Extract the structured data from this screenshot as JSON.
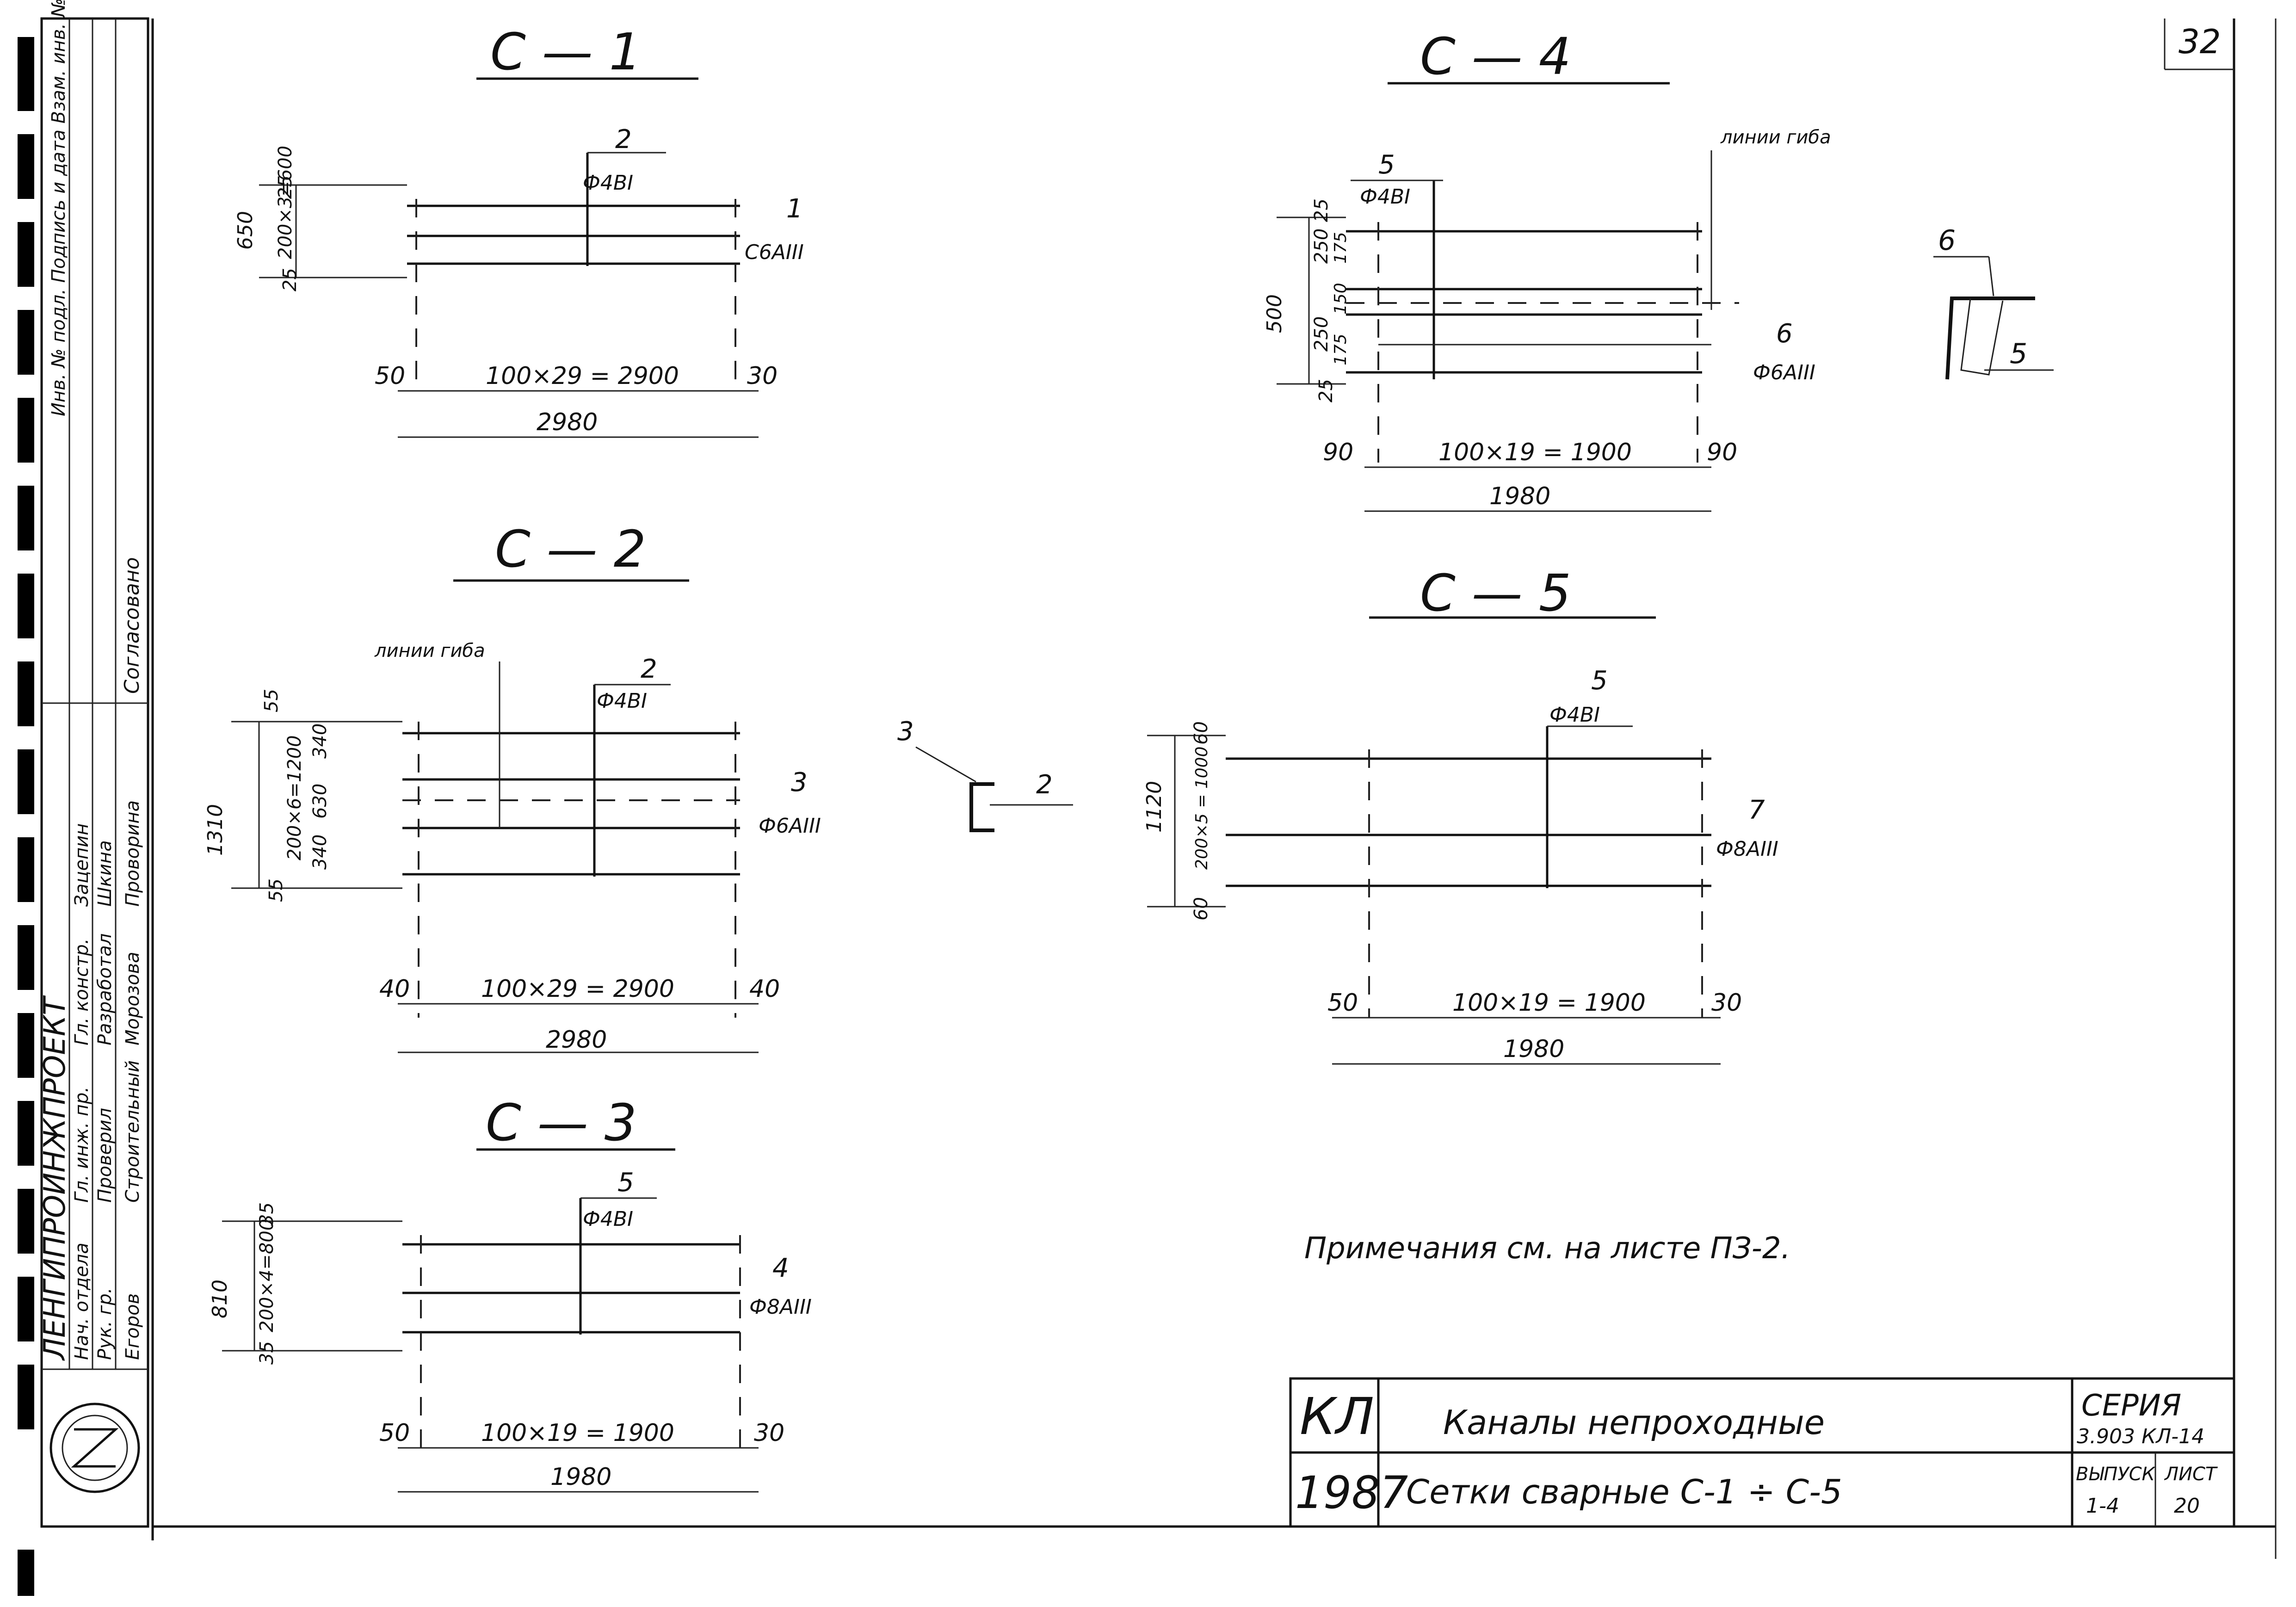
{
  "page_number": "32",
  "meshes": {
    "c1": {
      "title": "С — 1",
      "pos_top_num": "2",
      "pos_top_label": "Ф4ВI",
      "pos_right_num": "1",
      "pos_right_label": "С6АIII",
      "dim_height": "650",
      "dim_top": "25",
      "dim_mid": "200×3=600",
      "dim_bottom": "25",
      "dim_left": "50",
      "dim_spacing": "100×29 = 2900",
      "dim_right": "30",
      "dim_total": "2980"
    },
    "c2": {
      "title": "С — 2",
      "cut_note": "линии гиба",
      "pos_top_num": "2",
      "pos_top_label": "Ф4ВI",
      "pos_right_num": "3",
      "pos_right_label": "Ф6АIII",
      "dim_height": "1310",
      "dim_top": "55",
      "dim_mid": "200×6=1200",
      "dim_bottom": "55",
      "dim_sub_a": "340",
      "dim_sub_b": "630",
      "dim_sub_c": "340",
      "dim_left": "40",
      "dim_spacing": "100×29 = 2900",
      "dim_right": "40",
      "dim_total": "2980"
    },
    "c3": {
      "title": "С — 3",
      "pos_top_num": "5",
      "pos_top_label": "Ф4ВI",
      "pos_right_num": "4",
      "pos_right_label": "Ф8АIII",
      "dim_height": "810",
      "dim_top": "35",
      "dim_mid": "200×4=800",
      "dim_bottom": "35",
      "dim_left": "50",
      "dim_spacing": "100×19 = 1900",
      "dim_right": "30",
      "dim_total": "1980"
    },
    "c4": {
      "title": "С — 4",
      "cut_note": "линии гиба",
      "pos_top_num": "5",
      "pos_top_label": "Ф4ВI",
      "pos_right_num": "6",
      "pos_right_label": "Ф6АIII",
      "dim_height": "500",
      "dim_top": "25",
      "dim_a": "250",
      "dim_b": "250",
      "dim_bottom": "25",
      "dim_c": "175",
      "dim_d": "150",
      "dim_e": "175",
      "dim_left": "90",
      "dim_spacing": "100×19 = 1900",
      "dim_right": "90",
      "dim_total": "1980",
      "section_num_a": "6",
      "section_num_b": "5"
    },
    "c5": {
      "title": "С — 5",
      "pos_top_num": "5",
      "pos_top_label": "Ф4ВI",
      "pos_right_num": "7",
      "pos_right_label": "Ф8АIII",
      "dim_height": "1120",
      "dim_top": "60",
      "dim_mid": "200×5 = 1000",
      "dim_bottom": "60",
      "dim_left": "50",
      "dim_spacing": "100×19 = 1900",
      "dim_right": "30",
      "dim_total": "1980"
    }
  },
  "detail_c2": {
    "num_a": "3",
    "num_b": "2"
  },
  "note": "Примечания   см.   на  листе ПЗ-2.",
  "title_block": {
    "code": "КЛ",
    "year": "1987",
    "title": "Каналы   непроходные",
    "subtitle": "Сетки сварные  С-1 ÷ С-5",
    "series_label": "СЕРИЯ",
    "series_value": "3.903 КЛ-14",
    "issue_label": "ВЫПУСК",
    "issue_value": "1-4",
    "sheet_label": "ЛИСТ",
    "sheet_value": "20"
  },
  "side_stamp": {
    "org": "ЛЕНГИПРОИНЖПРОЕКТ",
    "rows": [
      "Нач. отдела",
      "Гл. инж. пр.",
      "Гл. констр.",
      "Рук. гр.",
      "Проверил",
      "Разработал"
    ],
    "names": [
      "Егоров",
      "Строительный",
      "Морозова",
      "Проворина",
      "Шкина",
      "Зацепин"
    ],
    "header_a": "Согласовано",
    "header_b": "Инв. № подл.  Подпись и дата  Взам. инв. №"
  },
  "colors": {
    "ink": "#111111",
    "paper": "#ffffff"
  }
}
